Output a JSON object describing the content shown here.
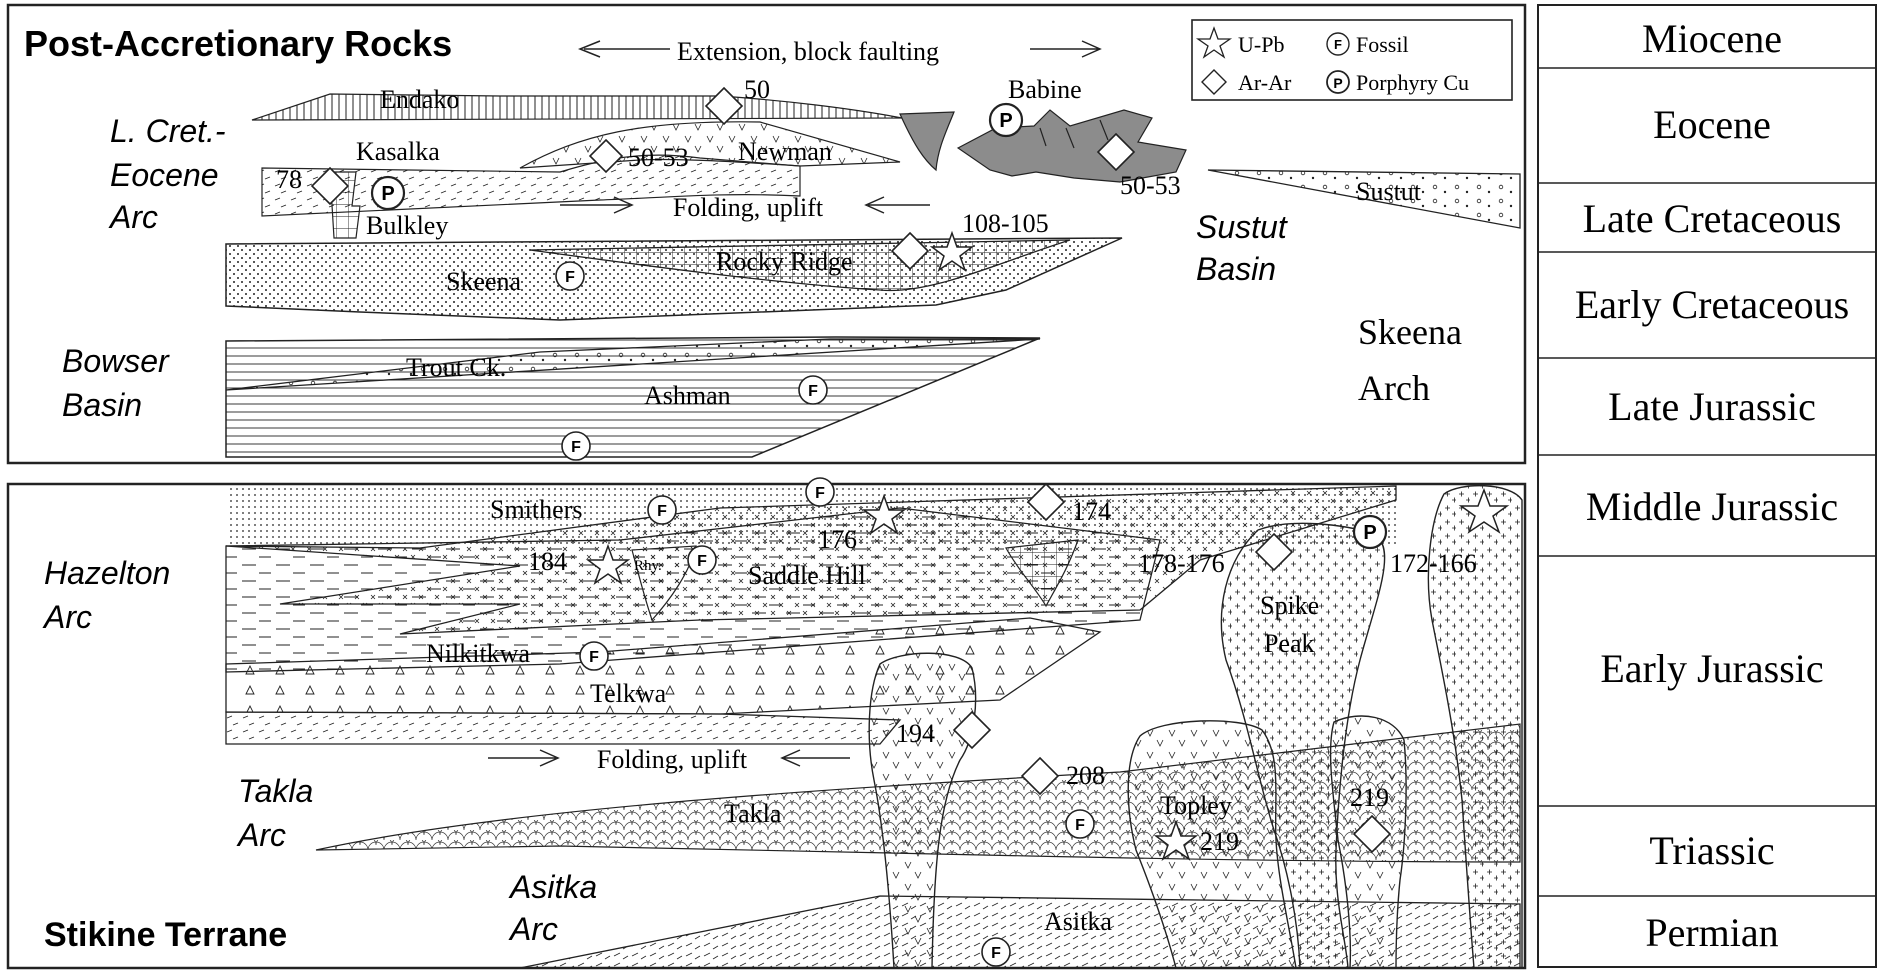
{
  "upper_panel": {
    "title": "Post-Accretionary Rocks",
    "arc_label_1": "L. Cret.-",
    "arc_label_2": "Eocene",
    "arc_label_3": "Arc",
    "bowser_1": "Bowser",
    "bowser_2": "Basin",
    "sustut_1": "Sustut",
    "sustut_2": "Basin",
    "skeena_arch_1": "Skeena",
    "skeena_arch_2": "Arch",
    "extension": "Extension, block faulting",
    "folding": "Folding, uplift",
    "units": {
      "endako": "Endako",
      "babine": "Babine",
      "kasalka": "Kasalka",
      "newman": "Newman",
      "bulkley": "Bulkley",
      "sustut": "Sustut",
      "skeena": "Skeena",
      "rocky_ridge": "Rocky Ridge",
      "trout_ck": "Trout Ck.",
      "ashman": "Ashman"
    },
    "ages": {
      "a50": "50",
      "a78": "78",
      "a5053_left": "50-53",
      "a5053_right": "50-53",
      "a108105": "108-105"
    }
  },
  "legend": {
    "upb": "U-Pb",
    "fossil": "Fossil",
    "arar": "Ar-Ar",
    "porphyry": "Porphyry Cu",
    "fossil_glyph": "F",
    "porphyry_glyph": "P"
  },
  "lower_panel": {
    "hazelton_1": "Hazelton",
    "hazelton_2": "Arc",
    "takla_1": "Takla",
    "takla_2": "Arc",
    "asitka_1": "Asitka",
    "asitka_2": "Arc",
    "terrane": "Stikine Terrane",
    "folding": "Folding, uplift",
    "units": {
      "smithers": "Smithers",
      "saddle_hill": "Saddle Hill",
      "nilkitkwa": "Nilkitkwa",
      "telkwa": "Telkwa",
      "takla": "Takla",
      "asitka": "Asitka",
      "topley": "Topley",
      "spike": "Spike",
      "peak": "Peak",
      "rhy": "Rhy."
    },
    "ages": {
      "a176": "176",
      "a174": "174",
      "a184": "184",
      "a178176": "178-176",
      "a172166": "172-166",
      "a194": "194",
      "a208": "208",
      "a219_topley": "219",
      "a219_right": "219"
    }
  },
  "timescale": [
    "Miocene",
    "Eocene",
    "Late Cretaceous",
    "Early Cretaceous",
    "Late Jurassic",
    "Middle Jurassic",
    "Early Jurassic",
    "Triassic",
    "Permian"
  ],
  "colors": {
    "ink": "#222222",
    "grey_fill": "#8c8c8c",
    "light_fill": "#d9d9d9",
    "background": "#ffffff"
  }
}
